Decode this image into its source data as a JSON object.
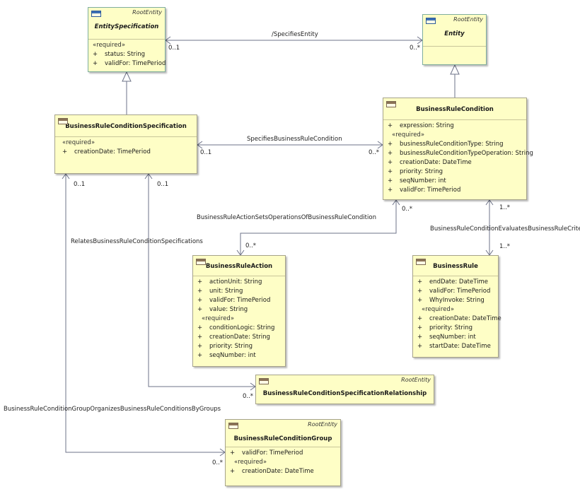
{
  "classes": {
    "entity_specification": {
      "name": "EntitySpecification",
      "stereotype": "RootEntity",
      "sections": [
        {
          "stereotype": "«required»",
          "attrs": [
            "status: String",
            "validFor: TimePeriod"
          ]
        }
      ]
    },
    "entity": {
      "name": "Entity",
      "stereotype": "RootEntity",
      "sections": []
    },
    "brc_specification": {
      "name": "BusinessRuleConditionSpecification",
      "sections": [
        {
          "stereotype": "«required»",
          "attrs": [
            "creationDate: TimePeriod"
          ]
        }
      ]
    },
    "business_rule_condition": {
      "name": "BusinessRuleCondition",
      "sections": [
        {
          "stereotype": "",
          "attrs": [
            "expression: String"
          ]
        },
        {
          "stereotype": "«required»",
          "attrs": [
            "businessRuleConditionType: String",
            "businessRuleConditionTypeOperation: String",
            "creationDate: DateTime",
            "priority: String",
            "seqNumber: int",
            "validFor: TimePeriod"
          ]
        }
      ]
    },
    "business_rule_action": {
      "name": "BusinessRuleAction",
      "sections": [
        {
          "stereotype": "",
          "attrs": [
            "actionUnit: String",
            "unit: String",
            "validFor: TimePeriod",
            "value: String"
          ]
        },
        {
          "stereotype": "«required»",
          "attrs": [
            "conditionLogic: String",
            "creationDate: String",
            "priority: String",
            "seqNumber: int"
          ]
        }
      ]
    },
    "business_rule": {
      "name": "BusinessRule",
      "sections": [
        {
          "stereotype": "",
          "attrs": [
            "endDate: DateTime",
            "validFor: TimePeriod",
            "WhyInvoke: String"
          ]
        },
        {
          "stereotype": "«required»",
          "attrs": [
            "creationDate: DateTime",
            "priority: String",
            "seqNumber: int",
            "startDate: DateTime"
          ]
        }
      ]
    },
    "brcs_relationship": {
      "name": "BusinessRuleConditionSpecificationRelationship",
      "stereotype": "RootEntity",
      "sections": []
    },
    "brc_group": {
      "name": "BusinessRuleConditionGroup",
      "stereotype": "RootEntity",
      "sections": [
        {
          "stereotype": "",
          "attrs": [
            "validFor: TimePeriod"
          ]
        },
        {
          "stereotype": "«required»",
          "attrs": [
            "creationDate: DateTime"
          ]
        }
      ]
    }
  },
  "associations": {
    "specifies_entity": {
      "name": "/SpecifiesEntity",
      "mult_a": "0..1",
      "mult_b": "0..*"
    },
    "specifies_brc": {
      "name": "SpecifiesBusinessRuleCondition",
      "mult_a": "0..1",
      "mult_b": "0..*"
    },
    "action_sets": {
      "name": "BusinessRuleActionSetsOperationsOfBusinessRuleCondition",
      "mult_a": "0..*",
      "mult_b": "0..*"
    },
    "evaluates": {
      "name": "BusinessRuleConditionEvaluatesBusinessRuleCriteria",
      "mult_a": "1..*",
      "mult_b": "1..*"
    },
    "relates": {
      "name": "RelatesBusinessRuleConditionSpecifications",
      "mult_a": "0..1",
      "mult_b": "0..*"
    },
    "group_organizes": {
      "name": "BusinessRuleConditionGroupOrganizesBusinessRuleConditionsByGroups",
      "mult_a": "0..1",
      "mult_b": "0..*"
    }
  },
  "marker": "+"
}
